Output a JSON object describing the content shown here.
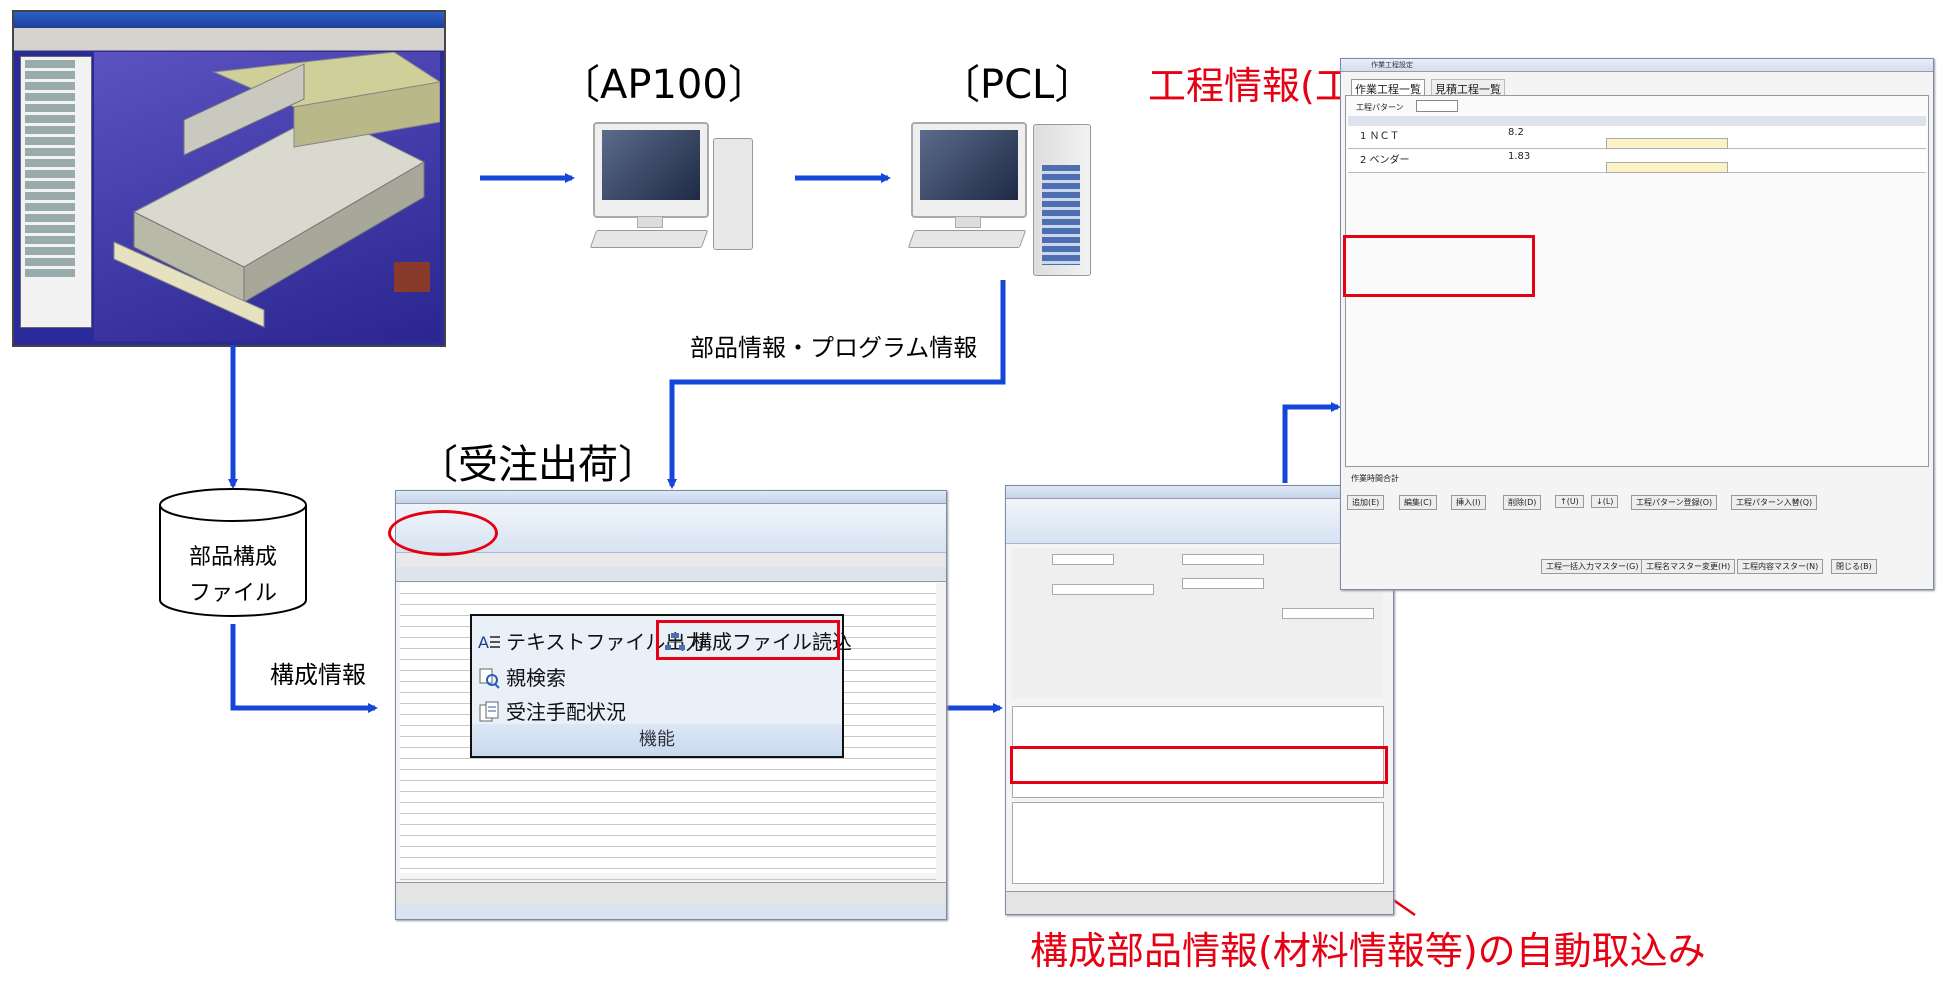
{
  "labels": {
    "ap100": "〔AP100〕",
    "pcl": "〔PCL〕",
    "juchu": "〔受注出荷〕",
    "buhin_info": "部品情報・プログラム情報",
    "kousei_info": "構成情報",
    "db_line1": "部品構成",
    "db_line2": "ファイル",
    "red_top": "工程情報(工程名、加工時間)の自動取込み",
    "red_bottom": "構成部品情報(材料情報等)の自動取込み"
  },
  "popup": {
    "item1": "テキストファイル出力",
    "item2": "構成ファイル読込",
    "item3": "親検索",
    "item4": "受注手配状況",
    "group": "機能"
  },
  "process_window": {
    "title": "作業工程設定",
    "tab1": "作業工程一覧",
    "tab2": "見積工程一覧",
    "pattern_label": "工程パターン",
    "row1": "1 ＮＣＴ",
    "row1_value": "8.2",
    "row2": "2 ベンダー",
    "row2_value": "1.83",
    "footer_buttons": [
      "追加(E)",
      "編集(C)",
      "挿入(I)",
      "削除(D)",
      "↑(U)",
      "↓(L)",
      "工程パターン登録(O)",
      "工程パターン入替(Q)"
    ],
    "bottom_buttons": [
      "工程一括入力マスター(G)",
      "工程名マスター変更(H)",
      "工程内容マスター(N)",
      "閉じる(B)"
    ],
    "summary": "作業時間合計"
  },
  "colors": {
    "arrow": "#1646d8",
    "red": "#e60012"
  }
}
